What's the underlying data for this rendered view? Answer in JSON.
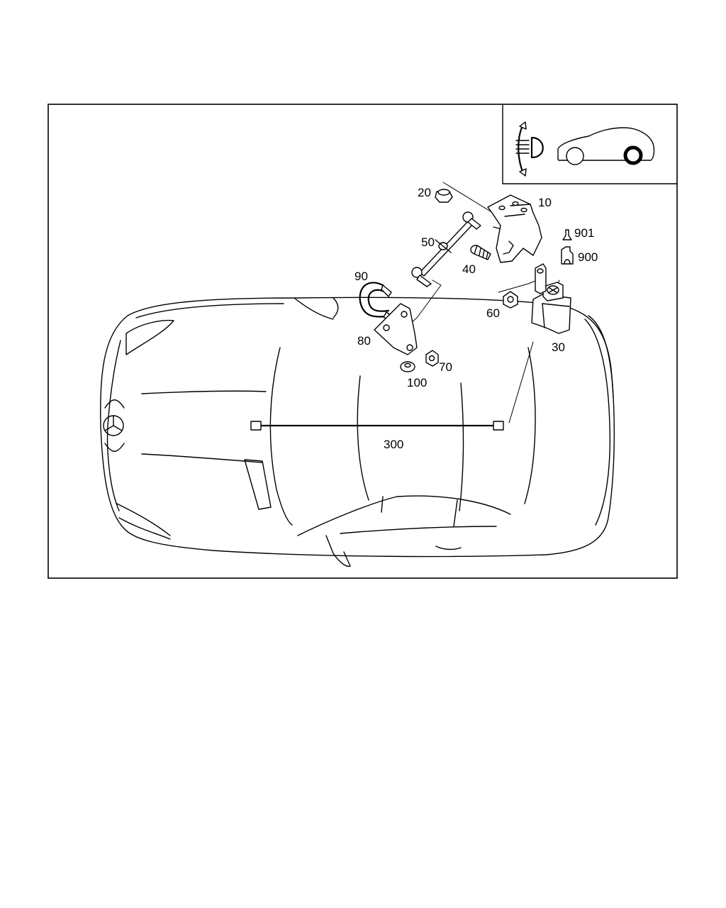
{
  "diagram": {
    "callouts": {
      "p10": "10",
      "p20": "20",
      "p30": "30",
      "p40": "40",
      "p50": "50",
      "p60": "60",
      "p70": "70",
      "p80": "80",
      "p90": "90",
      "p100": "100",
      "p300": "300",
      "p900": "900",
      "p901": "901"
    },
    "icons": [
      "headlamp-range-icon",
      "car-rear-axle-icon"
    ],
    "colors": {
      "line": "#000000",
      "background": "#ffffff"
    }
  }
}
